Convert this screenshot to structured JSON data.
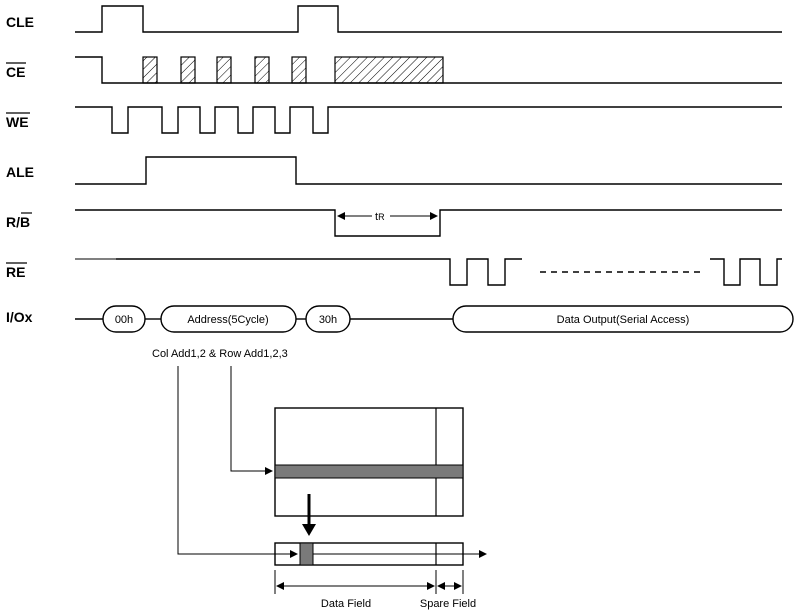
{
  "signals": {
    "cle": "CLE",
    "ce": "CE",
    "we": "WE",
    "ale": "ALE",
    "rb_r": "R/",
    "rb_b": "B",
    "re": "RE",
    "io": "I/Ox"
  },
  "io_bus": {
    "cmd1": "00h",
    "address": "Address(5Cycle)",
    "cmd2": "30h",
    "data_out": "Data Output(Serial Access)"
  },
  "timing": {
    "tr_t": "t",
    "tr_r": "R"
  },
  "annotations": {
    "addr_note": "Col Add1,2 & Row Add1,2,3",
    "data_field": "Data Field",
    "spare_field": "Spare Field"
  }
}
